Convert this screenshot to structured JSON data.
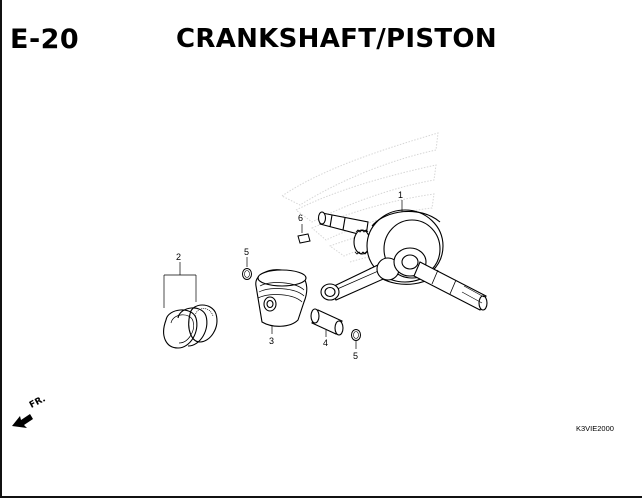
{
  "header": {
    "section_code": "E-20",
    "title": "CRANKSHAFT/PISTON"
  },
  "callouts": {
    "c1": "1",
    "c2": "2",
    "c3": "3",
    "c4": "4",
    "c5a": "5",
    "c5b": "5",
    "c6": "6"
  },
  "parts": {
    "crankshaft": "1",
    "piston_ring_set": "2",
    "piston": "3",
    "piston_pin": "4",
    "piston_pin_clip": "5",
    "woodruff_key": "6"
  },
  "orientation": {
    "label": "FR.",
    "icon": "front-arrow-icon"
  },
  "footer": {
    "diagram_code": "K3VIE2000"
  },
  "colors": {
    "line": "#000000",
    "watermark": "#d9d9d9"
  }
}
